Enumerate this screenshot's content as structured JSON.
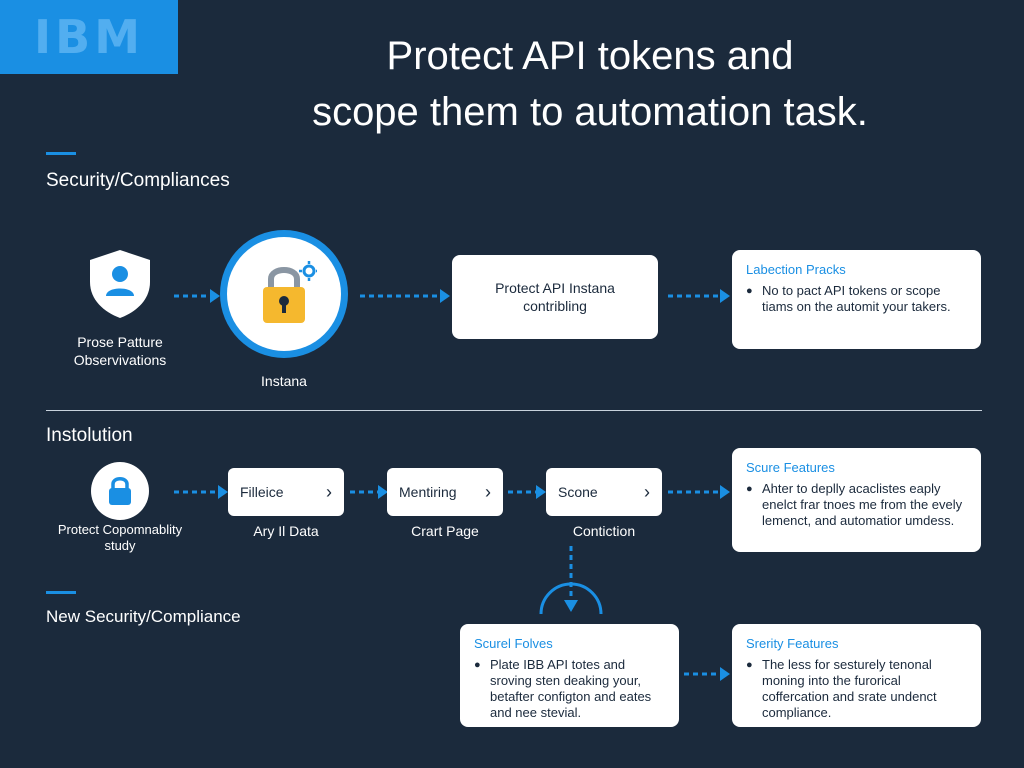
{
  "logo": {
    "text": "IBM"
  },
  "title": {
    "line1": "Protect API tokens and",
    "line2": "scope them to automation task."
  },
  "sections": {
    "security": "Security/Compliances",
    "instolution": "Instolution",
    "new_security": "New Security/Compliance"
  },
  "row1": {
    "shield_label": "Prose Patture Observivations",
    "instana_label": "Instana",
    "center_box_text": "Protect API Instana contribling",
    "info": {
      "title": "Labection Pracks",
      "body": "No to pact API tokens or scope tiams on the automit your takers."
    }
  },
  "row2": {
    "lock_label": "Protect Copomnablity study",
    "steps": [
      {
        "label": "Filleice",
        "caption": "Ary Il Data"
      },
      {
        "label": "Mentiring",
        "caption": "Crart Page"
      },
      {
        "label": "Scone",
        "caption": "Contiction"
      }
    ],
    "info": {
      "title": "Scure Features",
      "body": "Ahter to deplly acaclistes eaply enelct frar tnoes me from the evely lemenct, and automatior umdess."
    }
  },
  "row3": {
    "left_info": {
      "title": "Scurel Folves",
      "body": "Plate IBB API totes and sroving sten deaking your, betafter configton and eates and nee stevial."
    },
    "right_info": {
      "title": "Srerity Features",
      "body": "The less for sesturely tenonal moning into the furorical coffercation and srate undenct compliance."
    }
  },
  "colors": {
    "background": "#1b2a3c",
    "accent": "#1a8fe3",
    "lock": "#f5b82e"
  }
}
